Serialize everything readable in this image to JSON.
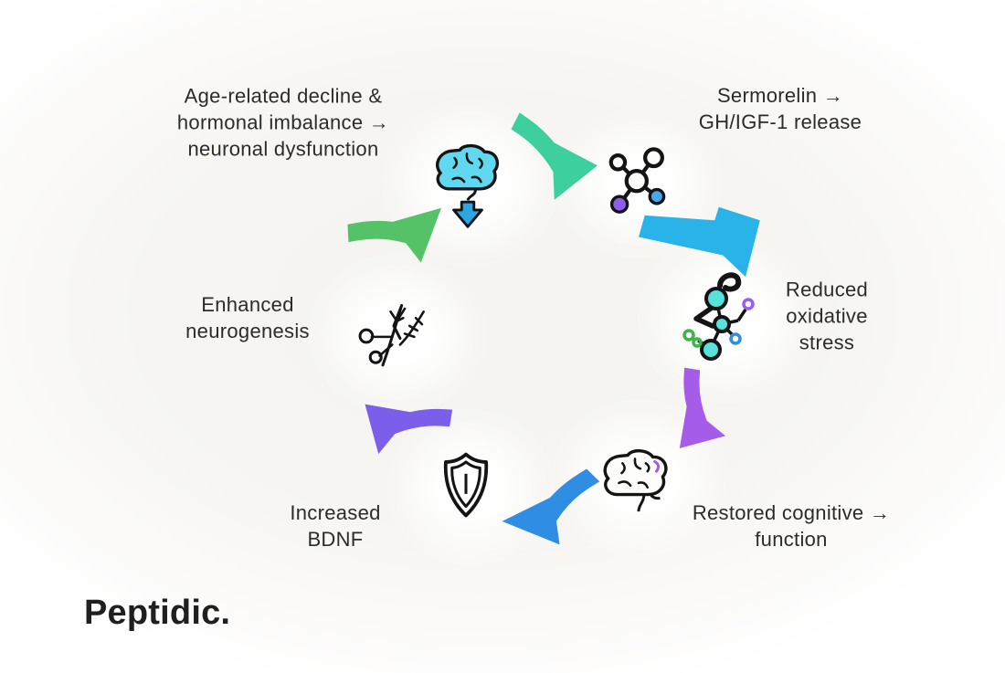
{
  "logo": {
    "text": "Peptidic."
  },
  "cycle": {
    "nodes": [
      {
        "name": "age-related-decline",
        "icon": "brain-decline-icon",
        "lines": [
          "Age-related decline &",
          "hormonal imbalance →",
          "neuronal dysfunction"
        ]
      },
      {
        "name": "sermorelin-release",
        "icon": "molecule-icon",
        "lines": [
          "Sermorelin →",
          "GH/IGF-1 release"
        ]
      },
      {
        "name": "reduced-oxidative-stress",
        "icon": "antioxidant-molecule-icon",
        "lines": [
          "Reduced",
          "oxidative",
          "stress"
        ]
      },
      {
        "name": "restored-cognitive-function",
        "icon": "brain-restored-icon",
        "lines": [
          "Restored cognitive →",
          "function"
        ]
      },
      {
        "name": "increased-bdnf",
        "icon": "shield-icon",
        "lines": [
          "Increased",
          "BDNF"
        ]
      },
      {
        "name": "enhanced-neurogenesis",
        "icon": "neuron-icon",
        "lines": [
          "Enhanced",
          "neurogenesis"
        ]
      }
    ],
    "arrows": [
      {
        "name": "arrow-decline-to-sermorelin",
        "direction": "right",
        "color": "#3dcf9e"
      },
      {
        "name": "arrow-sermorelin-to-oxidative",
        "direction": "down-right",
        "color": "#29b3e8"
      },
      {
        "name": "arrow-oxidative-to-cognitive",
        "direction": "down-left",
        "color": "#a55ce8"
      },
      {
        "name": "arrow-cognitive-to-bdnf",
        "direction": "left",
        "color": "#2f8de4"
      },
      {
        "name": "arrow-bdnf-to-neurogenesis",
        "direction": "up-left",
        "color": "#7b5ee9"
      },
      {
        "name": "arrow-neurogenesis-to-decline",
        "direction": "up-right",
        "color": "#55c267"
      }
    ],
    "icon_colors": {
      "brain_fill": "#5fd8f0",
      "down_arrow": "#2aa7e3",
      "atom_purple": "#8b5ef0",
      "atom_blue": "#46a8f2",
      "atom_cyan": "#57e3dc",
      "atom_green": "#3cb54a",
      "accent_purple": "#9b5cf0",
      "outline": "#141414"
    }
  }
}
